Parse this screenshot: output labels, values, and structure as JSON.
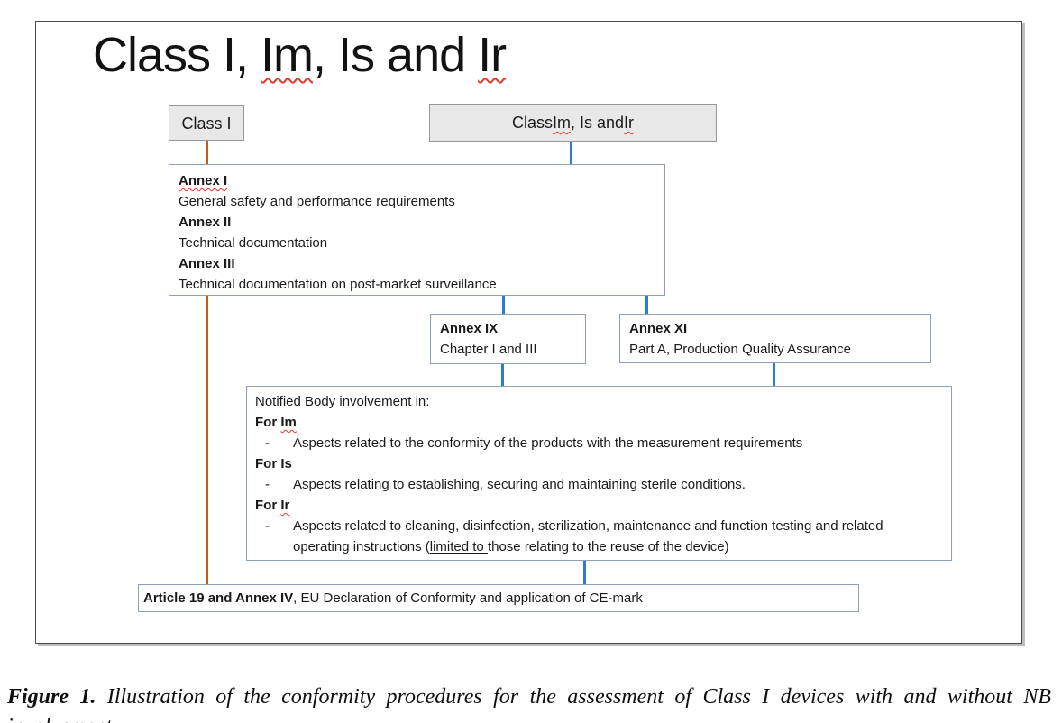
{
  "figure": {
    "title": [
      {
        "text": "Class I, "
      },
      {
        "text": "Im",
        "squiggle": true
      },
      {
        "text": ", Is and "
      },
      {
        "text": "Ir",
        "squiggle": true
      }
    ],
    "bullet_char": "-",
    "boxes": {
      "class_i": {
        "label": [
          {
            "text": "Class I"
          }
        ]
      },
      "class_im_is_ir": {
        "label": [
          {
            "text": "Class "
          },
          {
            "text": "Im",
            "squiggle": true
          },
          {
            "text": ", Is and "
          },
          {
            "text": "Ir",
            "squiggle": true
          }
        ]
      },
      "annex_general": {
        "lines": [
          {
            "segments": [
              {
                "text": "Annex I",
                "bold": true,
                "squiggle": true
              }
            ]
          },
          {
            "segments": [
              {
                "text": "General safety and performance requirements"
              }
            ]
          },
          {
            "segments": [
              {
                "text": "Annex II",
                "bold": true
              }
            ]
          },
          {
            "segments": [
              {
                "text": "Technical documentation"
              }
            ]
          },
          {
            "segments": [
              {
                "text": "Annex III",
                "bold": true
              }
            ]
          },
          {
            "segments": [
              {
                "text": "Technical documentation on post-market surveillance"
              }
            ]
          }
        ]
      },
      "annex_ix": {
        "lines": [
          {
            "segments": [
              {
                "text": "Annex IX",
                "bold": true
              }
            ]
          },
          {
            "segments": [
              {
                "text": "Chapter I and III"
              }
            ]
          }
        ]
      },
      "annex_xi": {
        "lines": [
          {
            "segments": [
              {
                "text": "Annex XI",
                "bold": true
              }
            ]
          },
          {
            "segments": [
              {
                "text": "Part A, Production Quality Assurance"
              }
            ]
          }
        ]
      },
      "notified_body": {
        "lines": [
          {
            "segments": [
              {
                "text": "Notified Body involvement in:"
              }
            ]
          },
          {
            "segments": [
              {
                "text": "For ",
                "bold": true
              },
              {
                "text": "Im",
                "bold": true,
                "squiggle": true
              }
            ]
          },
          {
            "bullet": true,
            "segments": [
              {
                "text": "Aspects related to the conformity of the products with the measurement requirements"
              }
            ]
          },
          {
            "segments": [
              {
                "text": "For Is",
                "bold": true
              }
            ]
          },
          {
            "bullet": true,
            "segments": [
              {
                "text": "Aspects relating to establishing, securing and maintaining sterile conditions."
              }
            ]
          },
          {
            "segments": [
              {
                "text": "For ",
                "bold": true
              },
              {
                "text": "Ir",
                "bold": true,
                "squiggle": true
              }
            ]
          },
          {
            "bullet": true,
            "segments": [
              {
                "text": "Aspects related to cleaning, disinfection, sterilization, maintenance and function testing and related operating instructions ("
              },
              {
                "text": "limited to ",
                "underline": true
              },
              {
                "text": "those relating to the reuse of the device)"
              }
            ]
          }
        ]
      },
      "article_19": {
        "lines": [
          {
            "segments": [
              {
                "text": "Article 19 and Annex IV",
                "bold": true
              },
              {
                "text": ", EU Declaration of Conformity and application of CE-mark"
              }
            ]
          }
        ]
      }
    },
    "caption": {
      "label": "Figure 1.",
      "text": " Illustration of the conformity procedures for the assessment of Class I devices with and without NB involvement."
    }
  },
  "colors": {
    "connector-blue": "#2b7cd3",
    "connector-orange": "#c55a11",
    "squiggle-red": "#e0392e",
    "box-fill-gray": "#e8e8e8",
    "box-border-gray": "#979797",
    "box-border-blue": "#8fa0b5",
    "slide-border": "#4a4a4a"
  }
}
